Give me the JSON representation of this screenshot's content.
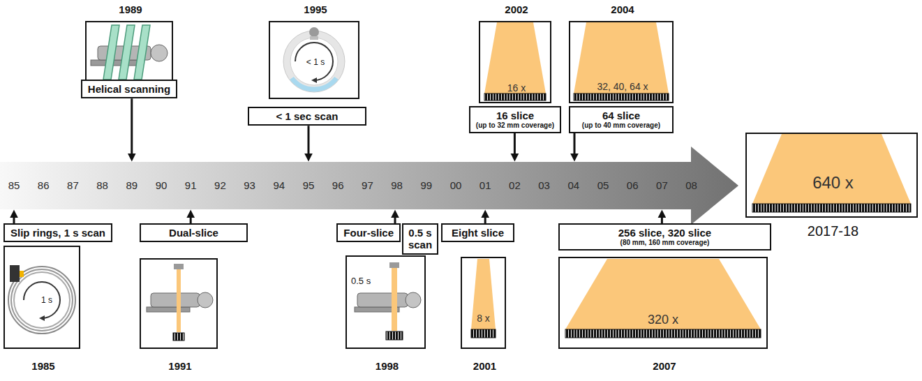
{
  "diagram": {
    "nodes": [
      {
        "text": [
          "1989"
        ]
      },
      {
        "text": [
          "1995",
          "< 1 s"
        ]
      },
      {
        "text": [
          "2002",
          "16 x"
        ]
      },
      {
        "text": [
          "2004",
          "32, 40, 64 x"
        ]
      },
      {
        "text": [
          "Helical scanning"
        ]
      },
      {
        "text": [
          "< 1 sec scan"
        ]
      },
      {
        "text": [
          "16 slice",
          "(up to 32 mm coverage)"
        ]
      },
      {
        "text": [
          "64 slice",
          "(up to 40 mm coverage)"
        ]
      },
      {
        "text": [
          "85",
          "86",
          "87",
          "88",
          "89",
          "90",
          "91",
          "92",
          "93",
          "94",
          "95",
          "96",
          "97",
          "98",
          "99",
          "00",
          "01",
          "02",
          "03",
          "04",
          "05",
          "06",
          "07",
          "08"
        ]
      },
      {
        "text": [
          "640 x",
          "2017-18"
        ]
      },
      {
        "text": [
          "Slip rings, 1 s scan"
        ]
      },
      {
        "text": [
          "Dual-slice"
        ]
      },
      {
        "text": [
          "Four-slice"
        ]
      },
      {
        "text": [
          "0.5 s scan"
        ]
      },
      {
        "text": [
          "Eight slice"
        ]
      },
      {
        "text": [
          "256 slice, 320 slice",
          "(80 mm, 160 mm coverage)"
        ]
      },
      {
        "text": [
          "1 s",
          "1985"
        ]
      },
      {
        "text": [
          "1991"
        ]
      },
      {
        "text": [
          "0.5 s",
          "1998"
        ]
      },
      {
        "text": [
          "8 x",
          "2001"
        ]
      },
      {
        "text": [
          "320 x",
          "2007"
        ]
      }
    ],
    "edges": [
      {
        "from": 4,
        "to": 8,
        "arrow": "to"
      },
      {
        "from": 5,
        "to": 8,
        "arrow": "to"
      },
      {
        "from": 6,
        "to": 8,
        "arrow": "to"
      },
      {
        "from": 7,
        "to": 8,
        "arrow": "to"
      },
      {
        "from": 10,
        "to": 8,
        "arrow": "to"
      },
      {
        "from": 11,
        "to": 8,
        "arrow": "to"
      },
      {
        "from": 12,
        "to": 8,
        "arrow": "to"
      },
      {
        "from": 14,
        "to": 8,
        "arrow": "to"
      },
      {
        "from": 15,
        "to": 8,
        "arrow": "to"
      }
    ]
  }
}
